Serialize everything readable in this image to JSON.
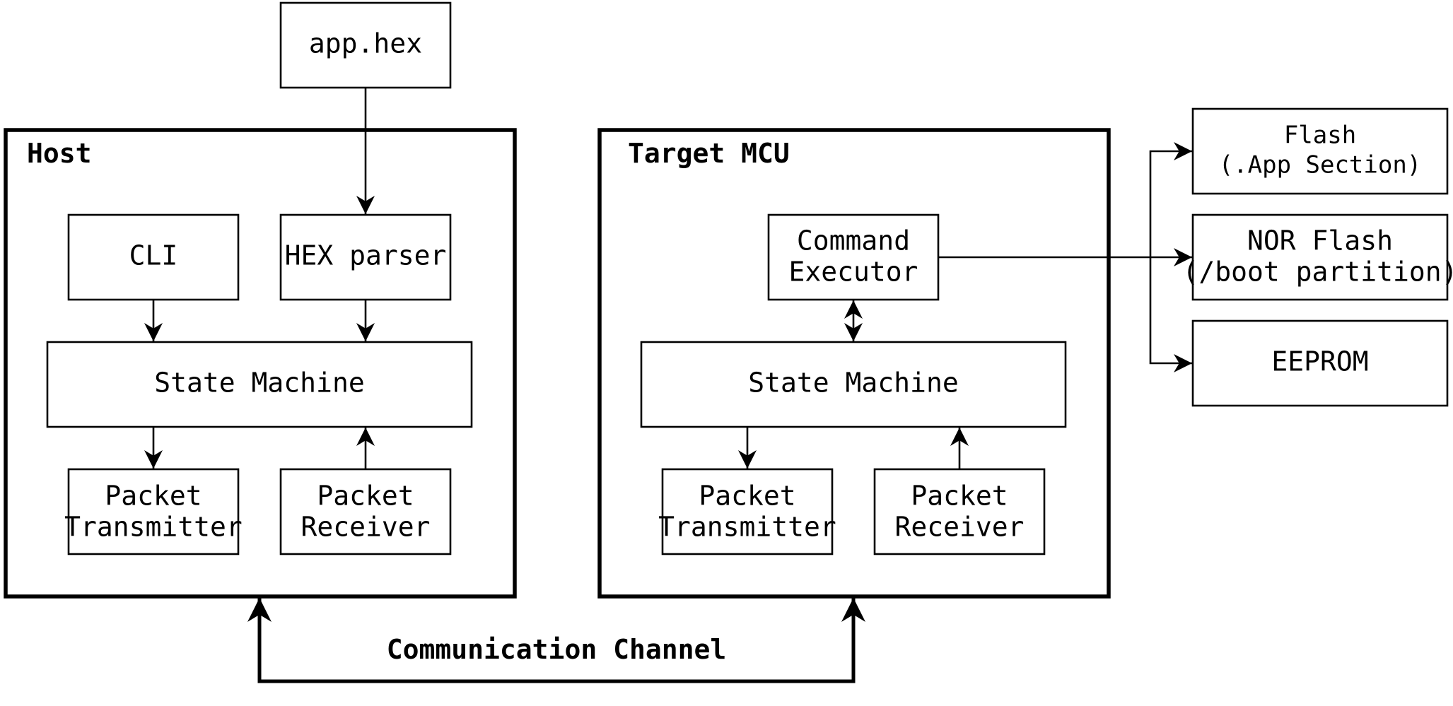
{
  "input_file": "app.hex",
  "host": {
    "title": "Host",
    "cli": "CLI",
    "hex_parser": "HEX parser",
    "state_machine": "State Machine",
    "packet_transmitter": [
      "Packet",
      "Transmitter"
    ],
    "packet_receiver": [
      "Packet",
      "Receiver"
    ]
  },
  "target": {
    "title": "Target MCU",
    "command_executor": [
      "Command",
      "Executor"
    ],
    "state_machine": "State Machine",
    "packet_transmitter": [
      "Packet",
      "Transmitter"
    ],
    "packet_receiver": [
      "Packet",
      "Receiver"
    ]
  },
  "memories": {
    "flash": [
      "Flash",
      "(.App Section)"
    ],
    "nor_flash": [
      "NOR Flash",
      "(/boot partition)"
    ],
    "eeprom": "EEPROM"
  },
  "channel_label": "Communication Channel"
}
